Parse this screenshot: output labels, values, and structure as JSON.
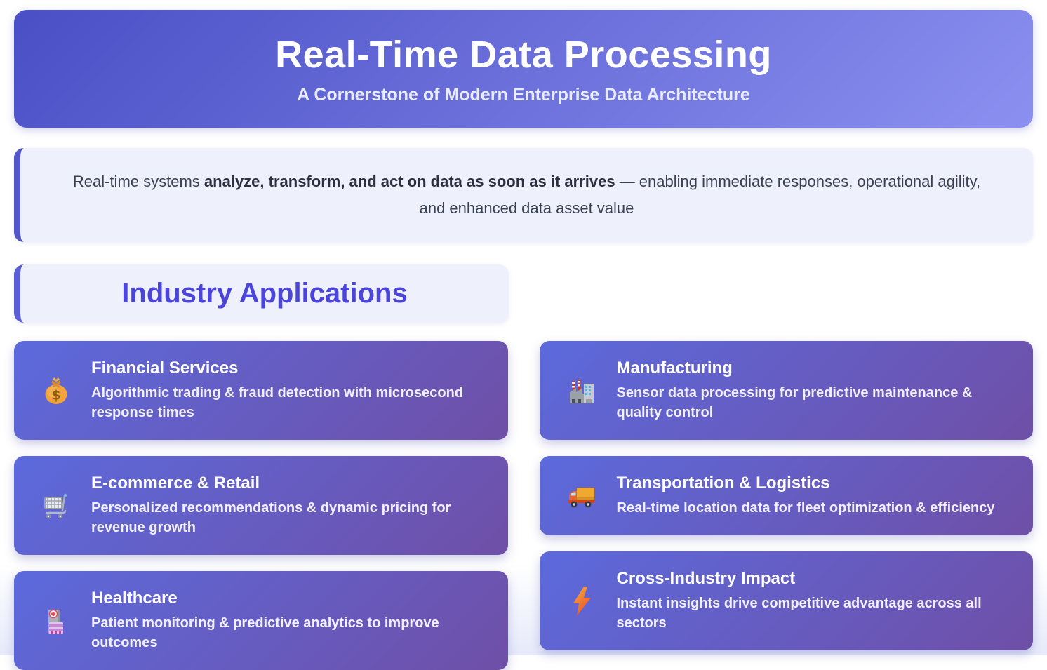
{
  "header": {
    "title": "Real-Time Data Processing",
    "subtitle": "A Cornerstone of Modern Enterprise Data Architecture",
    "gradient_from": "#4a4fc5",
    "gradient_to": "#8b90f0"
  },
  "intro": {
    "text_prefix": "Real-time systems ",
    "text_bold": "analyze, transform, and act on data as soon as it arrives",
    "text_suffix": " — enabling immediate responses, operational agility, and enhanced data asset value",
    "background": "#eef1fc",
    "accent_border": "#5156c8"
  },
  "industry": {
    "heading": "Industry Applications",
    "heading_color": "#4b45db",
    "card_gradient_from": "#5c6adc",
    "card_gradient_to": "#6f4fa7",
    "columns": {
      "left": [
        {
          "icon": "money-bag-icon",
          "title": "Financial Services",
          "description": "Algorithmic trading & fraud detection with microsecond response times"
        },
        {
          "icon": "shopping-cart-icon",
          "title": "E-commerce & Retail",
          "description": "Personalized recommendations & dynamic pricing for revenue growth"
        },
        {
          "icon": "hospital-icon",
          "title": "Healthcare",
          "description": "Patient monitoring & predictive analytics to improve outcomes"
        }
      ],
      "right": [
        {
          "icon": "factory-icon",
          "title": "Manufacturing",
          "description": "Sensor data processing for predictive maintenance & quality control"
        },
        {
          "icon": "truck-icon",
          "title": "Transportation & Logistics",
          "description": "Real-time location data for fleet optimization & efficiency"
        },
        {
          "icon": "lightning-icon",
          "title": "Cross-Industry Impact",
          "description": "Instant insights drive competitive advantage across all sectors"
        }
      ]
    }
  }
}
